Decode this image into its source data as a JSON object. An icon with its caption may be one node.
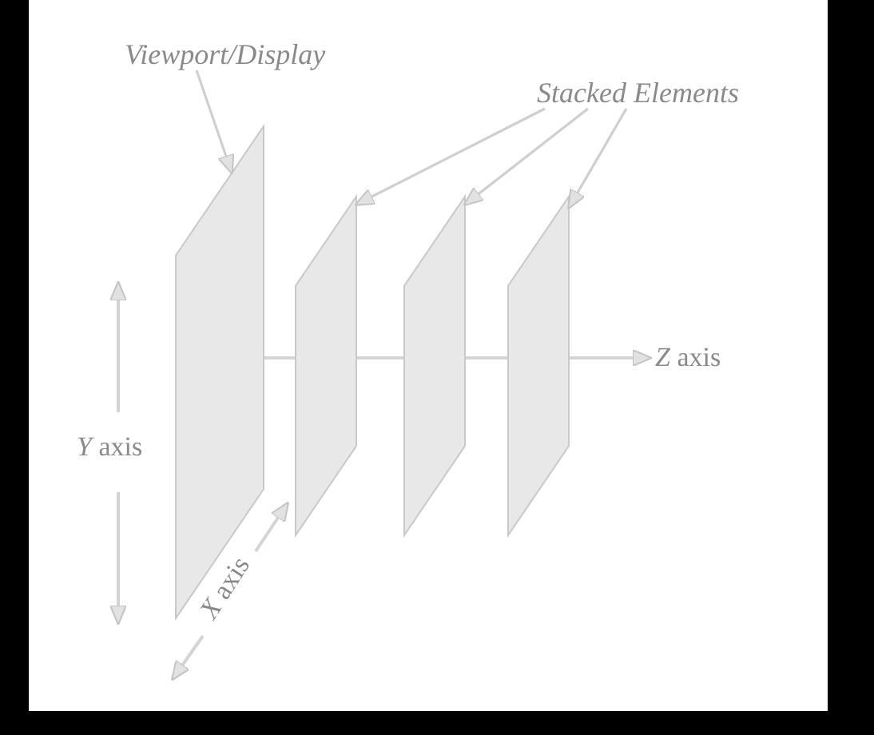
{
  "diagram": {
    "nodes": [
      {
        "text": [
          "Viewport/Display"
        ]
      },
      {
        "text": [
          "Stacked Elements"
        ]
      },
      {
        "text": [],
        "shape": "parallelogram"
      },
      {
        "text": [],
        "shape": "parallelogram"
      },
      {
        "text": [],
        "shape": "parallelogram"
      },
      {
        "text": [],
        "shape": "parallelogram"
      }
    ],
    "edges": [
      {
        "from": 0,
        "to": 2,
        "arrow": "to"
      },
      {
        "from": 1,
        "to": 3,
        "arrow": "to"
      },
      {
        "from": 1,
        "to": 4,
        "arrow": "to"
      },
      {
        "from": 1,
        "to": 5,
        "arrow": "to"
      }
    ],
    "labels": [
      "*Z* axis",
      "*Y* axis",
      "*X* axis"
    ]
  }
}
